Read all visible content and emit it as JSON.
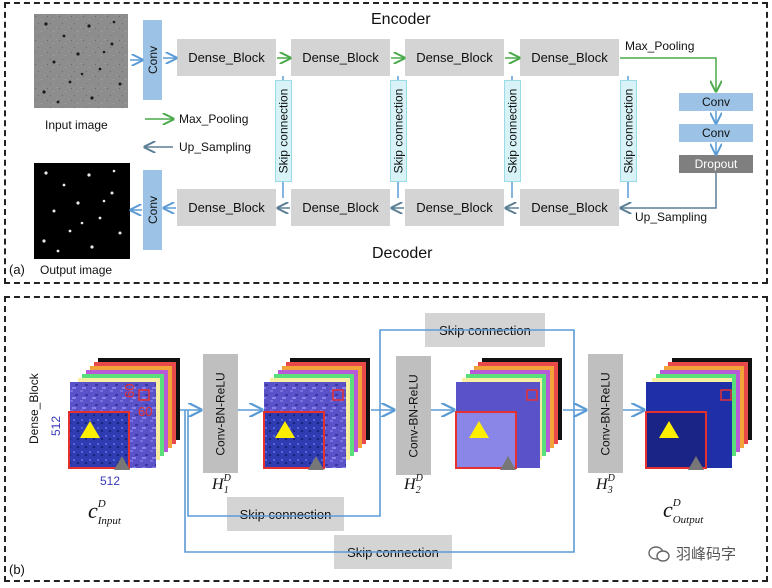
{
  "panel_a": {
    "tag": "(a)",
    "encoder_title": "Encoder",
    "decoder_title": "Decoder",
    "input_label": "Input image",
    "output_label": "Output image",
    "conv": "Conv",
    "dense_block": "Dense_Block",
    "skip": "Skip connection",
    "max_pooling": "Max_Pooling",
    "up_sampling": "Up_Sampling",
    "bottleneck": [
      "Conv",
      "Conv",
      "Dropout"
    ],
    "legend_max": "Max_Pooling",
    "legend_up": "Up_Sampling",
    "colors": {
      "max_arrow": "#4aaa4a",
      "up_arrow": "#5b7f95",
      "conv_box": "#9cc3e6",
      "skip_box": "#d7f3f8"
    }
  },
  "panel_b": {
    "tag": "(b)",
    "dense_block_label": "Dense_Block",
    "conv_bn_relu": "Conv-BN-ReLU",
    "skip": "Skip connection",
    "dim_512": "512",
    "dim_60": "60",
    "h_labels": [
      {
        "base": "H",
        "sup": "D",
        "sub": "1"
      },
      {
        "base": "H",
        "sup": "D",
        "sub": "2"
      },
      {
        "base": "H",
        "sup": "D",
        "sub": "3"
      }
    ],
    "c_input": {
      "base": "c",
      "sup": "D",
      "sub": "Input"
    },
    "c_output": {
      "base": "c",
      "sup": "D",
      "sub": "Output"
    }
  },
  "watermark": "羽峰码字"
}
